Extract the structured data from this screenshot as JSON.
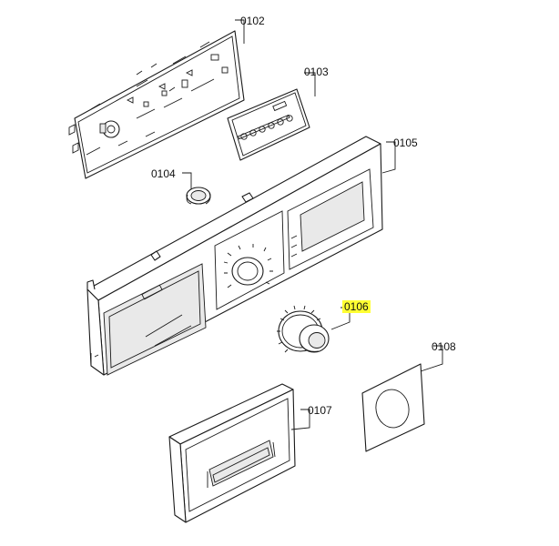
{
  "labels": {
    "p0102": "0102",
    "p0103": "0103",
    "p0104": "0104",
    "p0105": "0105",
    "p0106": "0106",
    "p0107": "0107",
    "p0108": "0108"
  },
  "highlight": {
    "part": "0106",
    "color": "#ffff33"
  }
}
